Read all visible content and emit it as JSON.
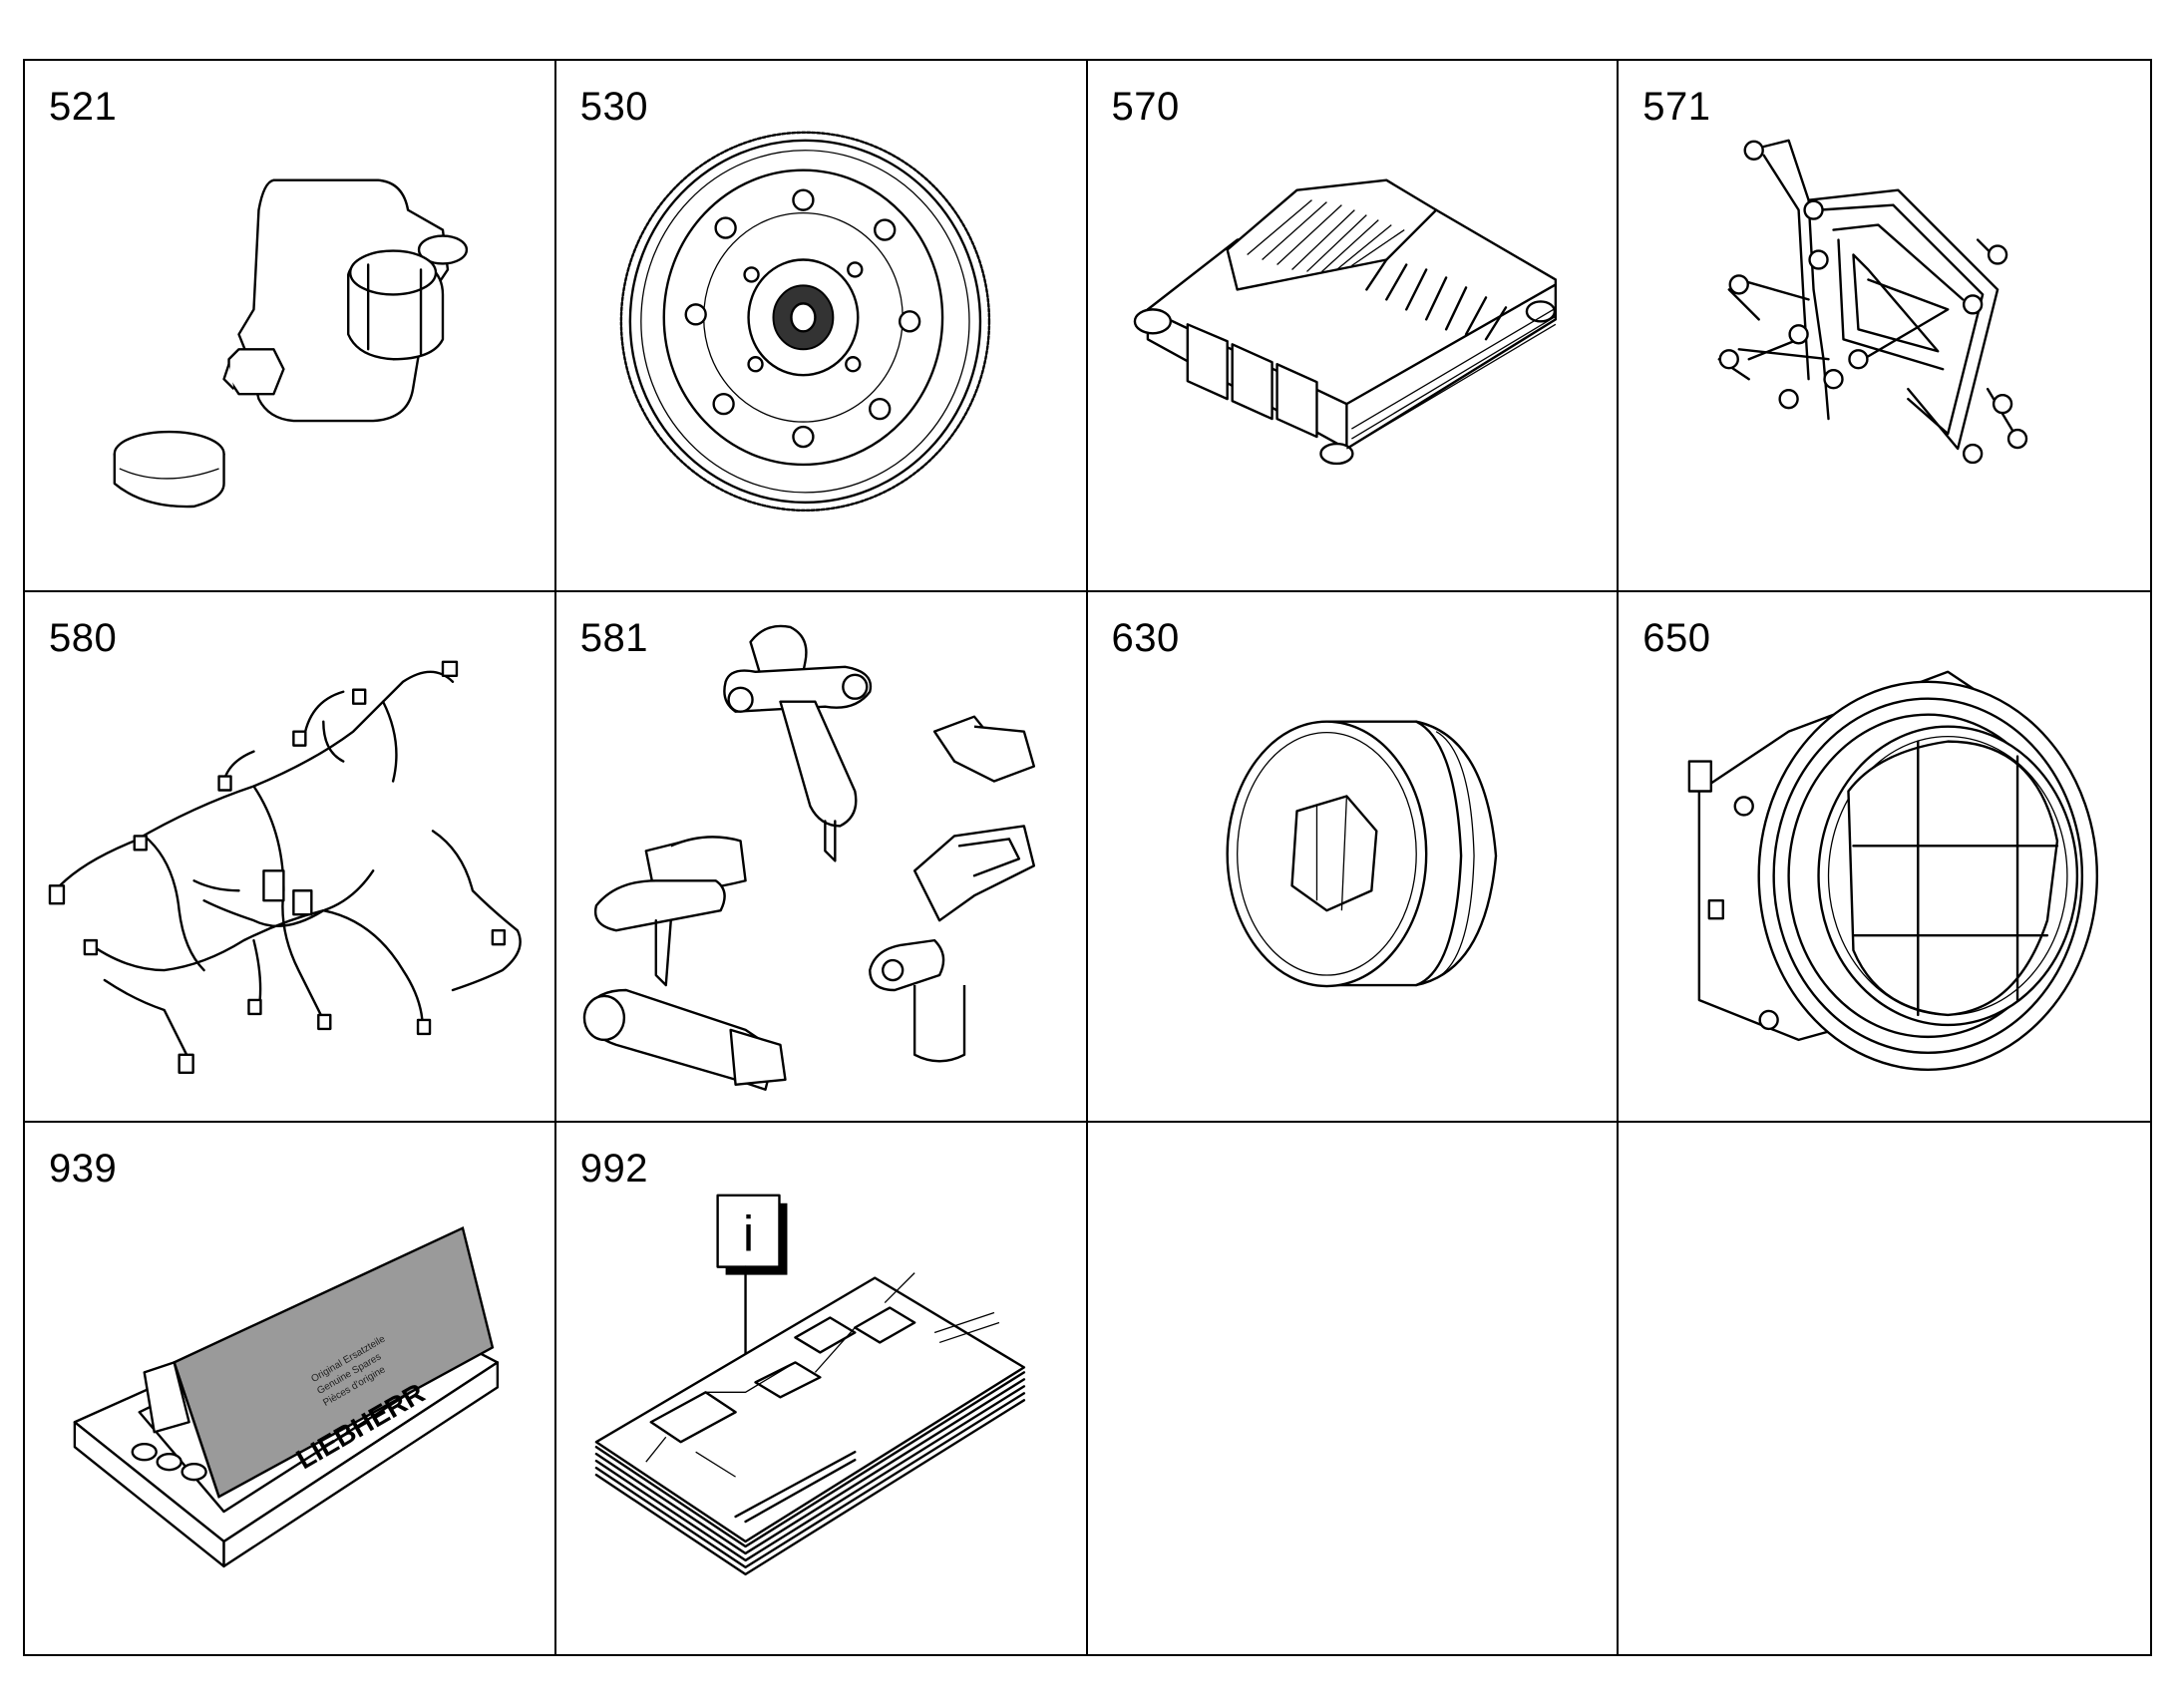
{
  "cells": [
    {
      "number": "521",
      "icon": "cap-plug-icon"
    },
    {
      "number": "530",
      "icon": "flywheel-icon"
    },
    {
      "number": "570",
      "icon": "control-unit-icon"
    },
    {
      "number": "571",
      "icon": "mounting-bracket-icon"
    },
    {
      "number": "580",
      "icon": "wiring-harness-icon"
    },
    {
      "number": "581",
      "icon": "sensor-set-icon"
    },
    {
      "number": "630",
      "icon": "screw-plug-icon"
    },
    {
      "number": "650",
      "icon": "housing-ring-icon"
    },
    {
      "number": "939",
      "icon": "parts-box-icon"
    },
    {
      "number": "992",
      "icon": "documentation-icon"
    },
    {
      "number": "",
      "icon": ""
    },
    {
      "number": "",
      "icon": ""
    }
  ],
  "box_logo": "LIEBHERR",
  "box_label_lines": [
    "Original Ersatzteile",
    "Genuine Spares",
    "Pièces d'origine"
  ],
  "info_symbol": "i"
}
